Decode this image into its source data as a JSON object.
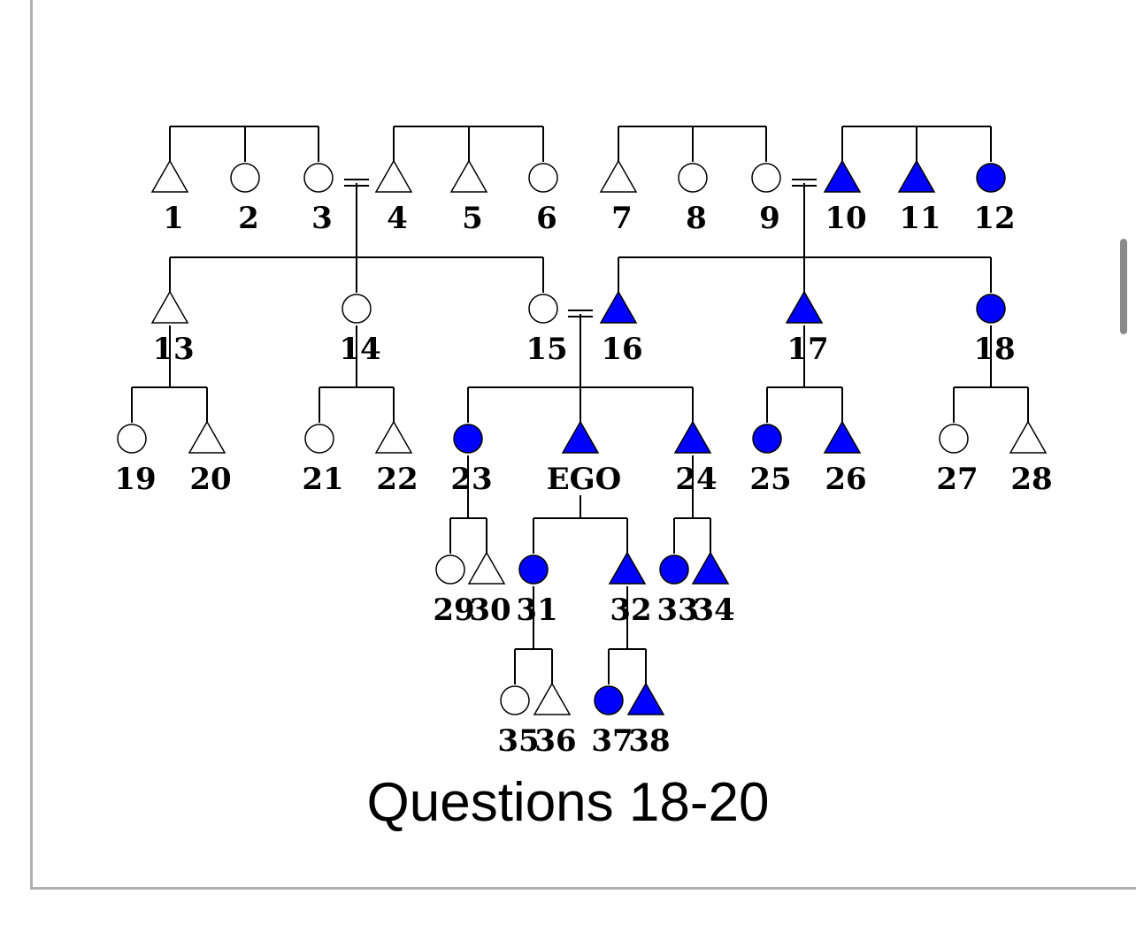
{
  "caption": "Questions 18-20",
  "colors": {
    "filled": "#0000ff",
    "empty": "#ffffff",
    "line": "#000000"
  },
  "people": [
    {
      "id": "1",
      "label": "1",
      "sex": "male",
      "filled": false
    },
    {
      "id": "2",
      "label": "2",
      "sex": "female",
      "filled": false
    },
    {
      "id": "3",
      "label": "3",
      "sex": "female",
      "filled": false
    },
    {
      "id": "4",
      "label": "4",
      "sex": "male",
      "filled": false
    },
    {
      "id": "5",
      "label": "5",
      "sex": "male",
      "filled": false
    },
    {
      "id": "6",
      "label": "6",
      "sex": "female",
      "filled": false
    },
    {
      "id": "7",
      "label": "7",
      "sex": "male",
      "filled": false
    },
    {
      "id": "8",
      "label": "8",
      "sex": "female",
      "filled": false
    },
    {
      "id": "9",
      "label": "9",
      "sex": "female",
      "filled": false
    },
    {
      "id": "10",
      "label": "10",
      "sex": "male",
      "filled": true
    },
    {
      "id": "11",
      "label": "11",
      "sex": "male",
      "filled": true
    },
    {
      "id": "12",
      "label": "12",
      "sex": "female",
      "filled": true
    },
    {
      "id": "13",
      "label": "13",
      "sex": "male",
      "filled": false
    },
    {
      "id": "14",
      "label": "14",
      "sex": "female",
      "filled": false
    },
    {
      "id": "15",
      "label": "15",
      "sex": "female",
      "filled": false
    },
    {
      "id": "16",
      "label": "16",
      "sex": "male",
      "filled": true
    },
    {
      "id": "17",
      "label": "17",
      "sex": "male",
      "filled": true
    },
    {
      "id": "18",
      "label": "18",
      "sex": "female",
      "filled": true
    },
    {
      "id": "19",
      "label": "19",
      "sex": "female",
      "filled": false
    },
    {
      "id": "20",
      "label": "20",
      "sex": "male",
      "filled": false
    },
    {
      "id": "21",
      "label": "21",
      "sex": "female",
      "filled": false
    },
    {
      "id": "22",
      "label": "22",
      "sex": "male",
      "filled": false
    },
    {
      "id": "23",
      "label": "23",
      "sex": "female",
      "filled": true
    },
    {
      "id": "EGO",
      "label": "EGO",
      "sex": "male",
      "filled": true
    },
    {
      "id": "24",
      "label": "24",
      "sex": "male",
      "filled": true
    },
    {
      "id": "25",
      "label": "25",
      "sex": "female",
      "filled": true
    },
    {
      "id": "26",
      "label": "26",
      "sex": "male",
      "filled": true
    },
    {
      "id": "27",
      "label": "27",
      "sex": "female",
      "filled": false
    },
    {
      "id": "28",
      "label": "28",
      "sex": "male",
      "filled": false
    },
    {
      "id": "29",
      "label": "29",
      "sex": "female",
      "filled": false
    },
    {
      "id": "30",
      "label": "30",
      "sex": "male",
      "filled": false
    },
    {
      "id": "31",
      "label": "31",
      "sex": "female",
      "filled": true
    },
    {
      "id": "32",
      "label": "32",
      "sex": "male",
      "filled": true
    },
    {
      "id": "33",
      "label": "33",
      "sex": "female",
      "filled": true
    },
    {
      "id": "34",
      "label": "34",
      "sex": "male",
      "filled": true
    },
    {
      "id": "35",
      "label": "35",
      "sex": "female",
      "filled": false
    },
    {
      "id": "36",
      "label": "36",
      "sex": "male",
      "filled": false
    },
    {
      "id": "37",
      "label": "37",
      "sex": "female",
      "filled": true
    },
    {
      "id": "38",
      "label": "38",
      "sex": "male",
      "filled": true
    }
  ]
}
